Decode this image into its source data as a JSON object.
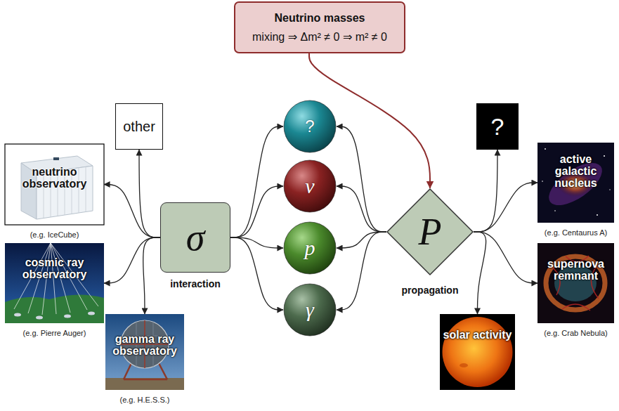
{
  "diagram": {
    "nodes": [
      {
        "text": [
          "Neutrino masses",
          "mixing ⇒ Δm² ≠ 0 ⇒ m² ≠ 0"
        ]
      },
      {
        "text": [
          "neutrino observatory",
          "(e.g. IceCube)"
        ]
      },
      {
        "text": [
          "other"
        ]
      },
      {
        "text": [
          "cosmic ray observatory",
          "(e.g. Pierre Auger)"
        ]
      },
      {
        "text": [
          "gamma ray observatory",
          "(e.g. H.E.S.S.)"
        ]
      },
      {
        "text": [
          "σ",
          "interaction"
        ]
      },
      {
        "text": [
          "?"
        ]
      },
      {
        "text": [
          "ν"
        ]
      },
      {
        "text": [
          "p"
        ]
      },
      {
        "text": [
          "γ"
        ]
      },
      {
        "text": [
          "P",
          "propagation"
        ]
      },
      {
        "text": [
          "?"
        ]
      },
      {
        "text": [
          "active galactic nucleus",
          "(e.g. Centaurus A)"
        ]
      },
      {
        "text": [
          "supernova remnant",
          "(e.g. Crab Nebula)"
        ]
      },
      {
        "text": [
          "solar activity"
        ]
      }
    ],
    "edges": [
      {
        "from": 0,
        "to": 10,
        "arrow": "to"
      },
      {
        "from": 5,
        "to": 1,
        "arrow": "to"
      },
      {
        "from": 5,
        "to": 2,
        "arrow": "to"
      },
      {
        "from": 5,
        "to": 3,
        "arrow": "to"
      },
      {
        "from": 5,
        "to": 4,
        "arrow": "to"
      },
      {
        "from": 5,
        "to": 6,
        "arrow": "to"
      },
      {
        "from": 5,
        "to": 7,
        "arrow": "to"
      },
      {
        "from": 5,
        "to": 8,
        "arrow": "to"
      },
      {
        "from": 5,
        "to": 9,
        "arrow": "to"
      },
      {
        "from": 10,
        "to": 6,
        "arrow": "to"
      },
      {
        "from": 10,
        "to": 7,
        "arrow": "to"
      },
      {
        "from": 10,
        "to": 8,
        "arrow": "to"
      },
      {
        "from": 10,
        "to": 9,
        "arrow": "to"
      },
      {
        "from": 10,
        "to": 11,
        "arrow": "to"
      },
      {
        "from": 10,
        "to": 12,
        "arrow": "to"
      },
      {
        "from": 10,
        "to": 13,
        "arrow": "to"
      },
      {
        "from": 10,
        "to": 14,
        "arrow": "to"
      }
    ]
  }
}
